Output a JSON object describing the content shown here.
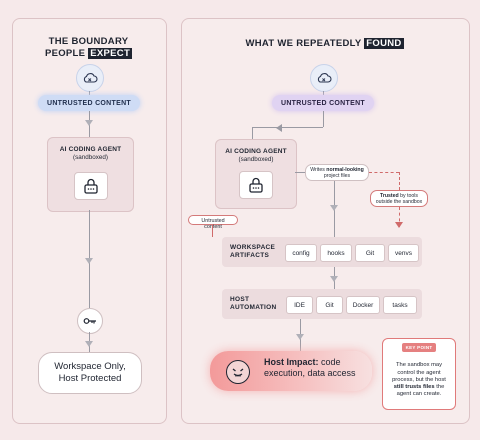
{
  "left": {
    "heading_line1": "THE BOUNDARY",
    "heading_line2_plain": "PEOPLE",
    "heading_line2_highlight": "EXPECT",
    "untrusted": "UNTRUSTED CONTENT",
    "agent_title": "AI CODING AGENT",
    "agent_sub": "(sandboxed)",
    "result_line1": "Workspace Only,",
    "result_line2": "Host Protected"
  },
  "right": {
    "heading_plain": "WHAT WE REPEATEDLY",
    "heading_highlight": "FOUND",
    "untrusted": "UNTRUSTED CONTENT",
    "agent_title": "AI CODING AGENT",
    "agent_sub": "(sandboxed)",
    "writes_pre": "Writes ",
    "writes_bold": "normal-looking",
    "writes_post": "project files",
    "trusted_bold": "Trusted",
    "trusted_post": " by tools outside the sandbox",
    "untrusted_callout": "Untrusted content",
    "workspace_label_1": "WORKSPACE",
    "workspace_label_2": "ARTIFACTS",
    "workspace_chips": [
      "config",
      "hooks",
      "Git",
      "venvs"
    ],
    "host_label_1": "HOST",
    "host_label_2": "AUTOMATION",
    "host_chips": [
      "IDE",
      "Git",
      "Docker",
      "tasks"
    ],
    "impact_bold": "Host Impact:",
    "impact_rest_1": " code",
    "impact_rest_2": "execution, data access",
    "keypoint_tag": "KEY POINT",
    "keypoint_pre": "The sandbox may control the agent process, but the host ",
    "keypoint_bold": "still trusts files",
    "keypoint_post": " the agent can create."
  },
  "colors": {
    "background": "#f6e9ea",
    "blue_pill": "#cfdcf5",
    "purple_pill": "#e0d3f2",
    "accent_red": "#d06a6a"
  }
}
